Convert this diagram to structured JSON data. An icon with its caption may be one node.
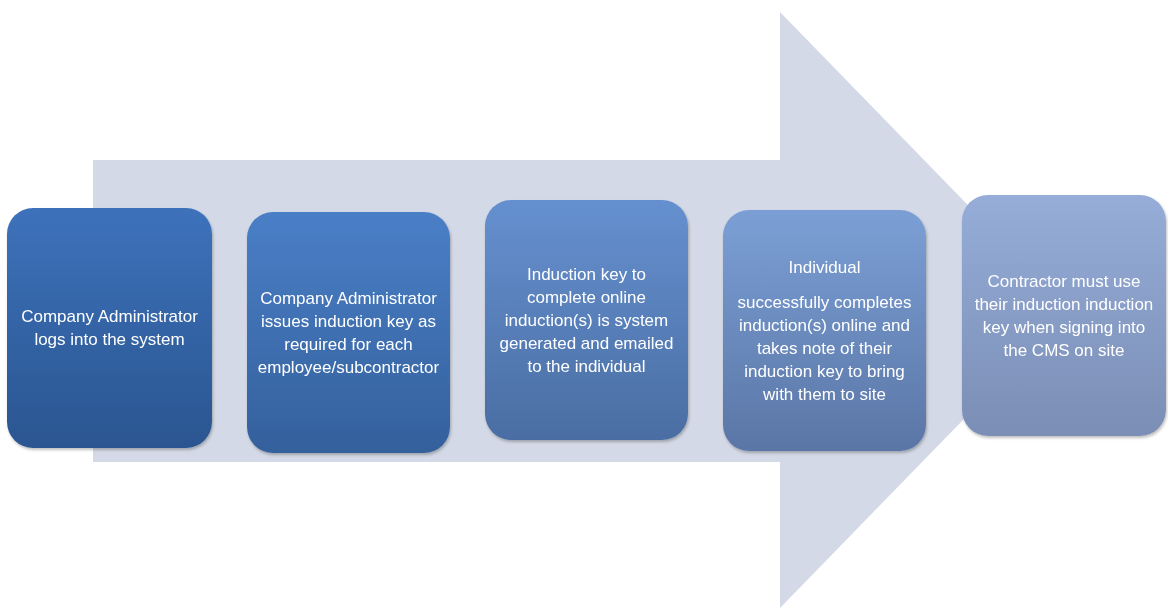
{
  "diagram": {
    "nodes": [
      {
        "text": [
          "Company Administrator logs into the system"
        ]
      },
      {
        "text": [
          "Company Administrator issues induction key as required for each employee/subcontractor"
        ]
      },
      {
        "text": [
          "Induction key to complete online induction(s) is system generated and emailed to the individual"
        ]
      },
      {
        "text": [
          "Individual",
          "successfully completes induction(s) online and takes note of their induction key to bring with them to site"
        ]
      },
      {
        "text": [
          "Contractor must use their induction induction key when signing into the CMS on site"
        ]
      }
    ],
    "edges": [
      {
        "from": 0,
        "to": 4,
        "arrow": "to"
      }
    ]
  }
}
